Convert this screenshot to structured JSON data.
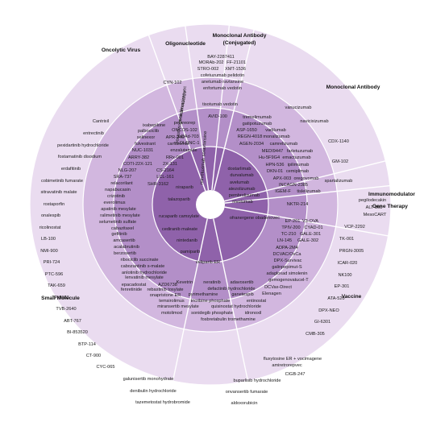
{
  "colors": {
    "ring_outer": "#eadcf0",
    "ring_mid": "#d2b7df",
    "ring_inner": "#b38fc8",
    "ring_core": "#8f62aa",
    "center": "#ffffff",
    "divider": "#ffffff",
    "text": "#1a1a1a"
  },
  "categories": [
    {
      "key": "oncolytic_virus",
      "label": "Oncolytic Virus"
    },
    {
      "key": "oligonucleotide",
      "label": "Oligonucleotide"
    },
    {
      "key": "mab_conjugated_1",
      "label": "Monoclonal Antibody"
    },
    {
      "key": "mab_conjugated_2",
      "label": "(Conjugated)"
    },
    {
      "key": "monoclonal_antibody",
      "label": "Monoclonal Antibody"
    },
    {
      "key": "immunomodulator",
      "label": "Immunomodulator"
    },
    {
      "key": "gene_therapy",
      "label": "Gene Therapy"
    },
    {
      "key": "vaccine",
      "label": "Vaccine"
    },
    {
      "key": "small_molecule",
      "label": "Small Molecule"
    }
  ],
  "drugs": [
    "BAY-2287411",
    "MORAb-202",
    "FF-21101",
    "STRO-002",
    "XMT-1536",
    "cofetuzumab pelidotin",
    "anetumab ravtansine",
    "enfortumab vedotin",
    "CYN-102",
    "vanucizumab",
    "navicixizumab",
    "CDX-1140",
    "GM-102",
    "spartalizumab",
    "pegilodecakin",
    "ALT-803",
    "MesoCART",
    "Cantrixil",
    "entrectinib",
    "pexidartinib hydrochloride",
    "fostamatinib disodium",
    "erdafitinib",
    "cobimetinib fumarate",
    "sitravatinib malate",
    "rostaporfin",
    "onalespib",
    "ricolinostat",
    "LB-100",
    "NMI-900",
    "PRI-724",
    "PTC-596",
    "TAK-659",
    "TP-0903",
    "TVB-2640",
    "ABT-767",
    "BI-853520",
    "BTP-114",
    "CT-900",
    "CYC-065",
    "galunisertib monohydrate",
    "denibulin hydrochloride",
    "tazemetostat hydrobromide",
    "buparlisib hydrochloride",
    "onvansertib fumarate",
    "aldoxorubicin",
    "CIGB-247",
    "VCP-2292",
    "TK-001",
    "PRGN-3005",
    "ICAR-020",
    "NK100",
    "EP-301",
    "ATA-520",
    "DPX-NEO",
    "GI-6301",
    "CMB-305",
    "ixabepilone",
    "palbociclib",
    "selinexor",
    "fulvestrant",
    "NUC-1031",
    "ARRY-382",
    "COTI-2",
    "NLG-207",
    "SRA-737",
    "relacorilant",
    "napabucasin",
    "crizotinib",
    "everolimus",
    "apatinib mesylate",
    "ralimetinib mesylate",
    "selumetinib sulfate",
    "cabazitaxel",
    "gefitinib",
    "amcasertib",
    "acalabrutinib",
    "berzosertib",
    "ribociclib succinate",
    "cabozantinib s-malate",
    "anlotinib hydrochloride",
    "lenvatinib mesylate",
    "epacadostat",
    "AZD6738",
    "fenretinide",
    "rebastinib tosylate",
    "onapristone ER",
    "temsirolimus",
    "miransertib mesylate",
    "motolimod",
    "fosbretabulin tromethamine",
    "APR-246",
    "carfilzomib",
    "enzalutamide",
    "RRx-001",
    "2X-121",
    "2X-131",
    "CS-2164",
    "LCL-161",
    "SHR-3162",
    "enadenotucirev",
    "pelareorep",
    "pexastimogene devacirepvec",
    "ONCOS-102",
    "LOAd-703",
    "OLONC-1",
    "tisotumab vedotin",
    "AVID-100",
    "mirvetuximab soravtansine",
    "tremelimumab",
    "gatipotuzumab",
    "ASP-1650",
    "varlilumab",
    "REGN-4018",
    "monalizumab",
    "AGEN-2034",
    "camrelizumab",
    "MEDI9447",
    "farletuzumab",
    "Hu-5F9G4",
    "emactuzumab",
    "HPN-536",
    "ipilimumab",
    "DKN-01",
    "cemiplimab",
    "APX-003",
    "oregovomab",
    "INCAGN-2385",
    "IGEM-F",
    "tislelizumab",
    "dostarlimab",
    "durvalumab",
    "avelumab",
    "atezolizumab",
    "pembrolizumab",
    "nivolumab",
    "NKTR-214",
    "niraparib",
    "talazoparib",
    "rucaparib camsylate",
    "cediranib maleate",
    "nintedanib",
    "pamiparib",
    "veliparib ER",
    "ofranergene obadenovec",
    "EP-201",
    "V3-OVA",
    "TPIV-200",
    "CYAD-01",
    "TC-210",
    "GALE-301",
    "LN-145",
    "GALE-302",
    "ADPA-2M4",
    "DCVAC/OvCa",
    "DPX-Survivac",
    "galinpepimut-S",
    "adagloxad simolenin",
    "gemogenovatucel-T",
    "DCVax-Direct",
    "Elenagen",
    "fluxytosine ER + vocimagene",
    "amiretrorepvec",
    "Kevetrin",
    "neratinib",
    "adavosertib",
    "defactinib hydrochloride",
    "pyrimethamine",
    "ganetespib",
    "tricribine phosphate",
    "entinostat",
    "quisinostat hydrochloride",
    "sonidegib phosphate",
    "idronoxil"
  ]
}
